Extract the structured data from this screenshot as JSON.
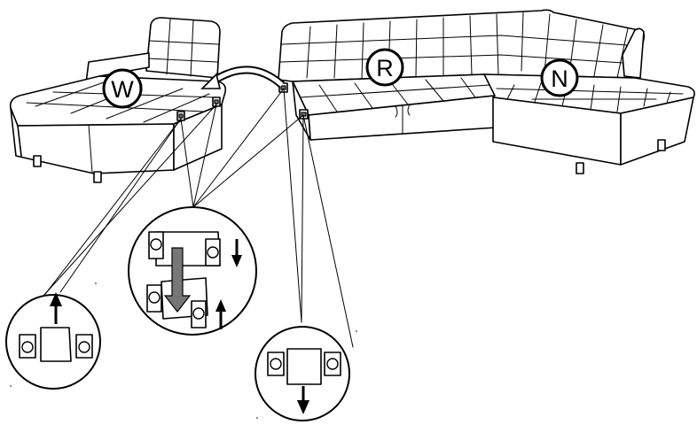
{
  "labels": {
    "left_module": "W",
    "middle_module": "R",
    "right_module": "N"
  },
  "detail_callouts": [
    {
      "name": "left-connector-detail",
      "arrow_direction": "up"
    },
    {
      "name": "center-connector-detail",
      "arrows": [
        "down",
        "up"
      ]
    },
    {
      "name": "right-connector-detail",
      "arrow_direction": "down"
    }
  ]
}
